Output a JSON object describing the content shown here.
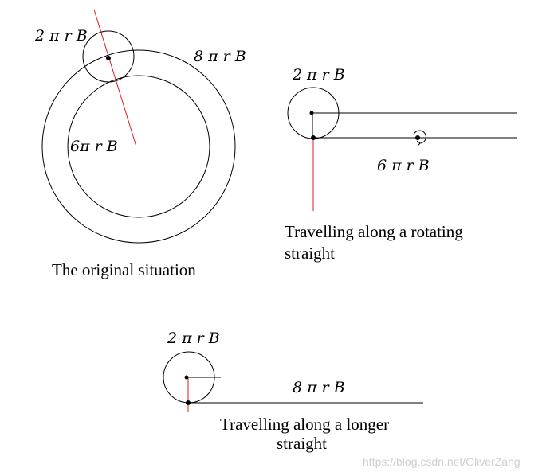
{
  "labels": {
    "small_circle_top": "2 π r B",
    "outer_circle": "8 π r B",
    "inner_circle": "6π r B",
    "rotating_circle": "2 π r B",
    "rotating_axis": "6 π r B",
    "straight_circle": "2 π r B",
    "straight_length": "8 π r B"
  },
  "captions": {
    "original": "The original situation",
    "rotating_line1": "Travelling along a rotating",
    "rotating_line2": "straight",
    "longer_line1": "Travelling along a longer",
    "longer_line2": "straight"
  },
  "watermark": "https://blog.csdn.net/OliverZang",
  "colors": {
    "stroke": "#000000",
    "radius_line": "#e0191f",
    "watermark": "#cfcfcf"
  }
}
